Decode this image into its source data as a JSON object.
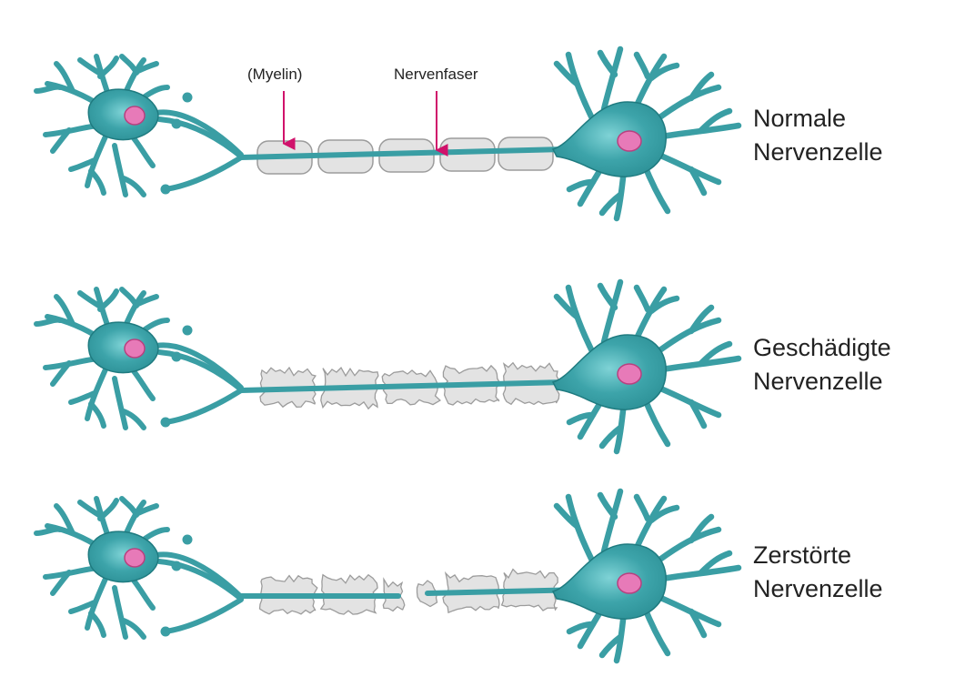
{
  "colors": {
    "neuron_fill": "#3a9ea4",
    "neuron_stroke": "#1f7b80",
    "nucleus": "#e77ab8",
    "myelin_fill": "#e3e3e3",
    "myelin_stroke": "#9c9c9c",
    "arrow": "#d0126b",
    "text": "#222222"
  },
  "icons": {
    "neuron": "neuron-cell-icon",
    "nucleus": "cell-nucleus-icon",
    "myelin_segment": "myelin-sheath-segment",
    "arrow": "arrow-down-icon"
  },
  "callouts": {
    "myelin": "(Myelin)",
    "fiber": "Nervenfaser"
  },
  "rows": [
    {
      "id": "normal",
      "state": "intact",
      "label_line1": "Normale",
      "label_line2": "Nervenzelle"
    },
    {
      "id": "damaged",
      "state": "damaged",
      "label_line1": "Geschädigte",
      "label_line2": "Nervenzelle"
    },
    {
      "id": "destroyed",
      "state": "destroyed",
      "label_line1": "Zerstörte",
      "label_line2": "Nervenzelle"
    }
  ]
}
